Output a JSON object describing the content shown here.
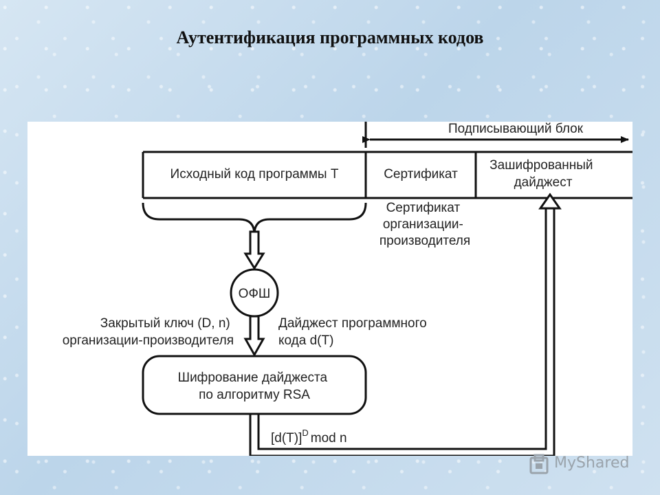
{
  "title": "Аутентификация программных кодов",
  "diagram": {
    "signing_block_label": "Подписывающий блок",
    "source_code": "Исходный код программы Т",
    "certificate": "Сертификат",
    "encrypted_digest": [
      "Зашифрованный",
      "дайджест"
    ],
    "vendor_certificate": [
      "Сертификат",
      "организации-",
      "производителя"
    ],
    "hash_function": "ОФШ",
    "private_key": [
      "Закрытый ключ (D, n)",
      "организации-производителя"
    ],
    "code_digest": [
      "Дайджест программного",
      "кода d(T)"
    ],
    "rsa_box": [
      "Шифрование дайджеста",
      "по алгоритму RSA"
    ],
    "formula": {
      "base": "[d(T)]",
      "sup": "D",
      "rest": "mod n"
    }
  },
  "watermark": "MyShared"
}
